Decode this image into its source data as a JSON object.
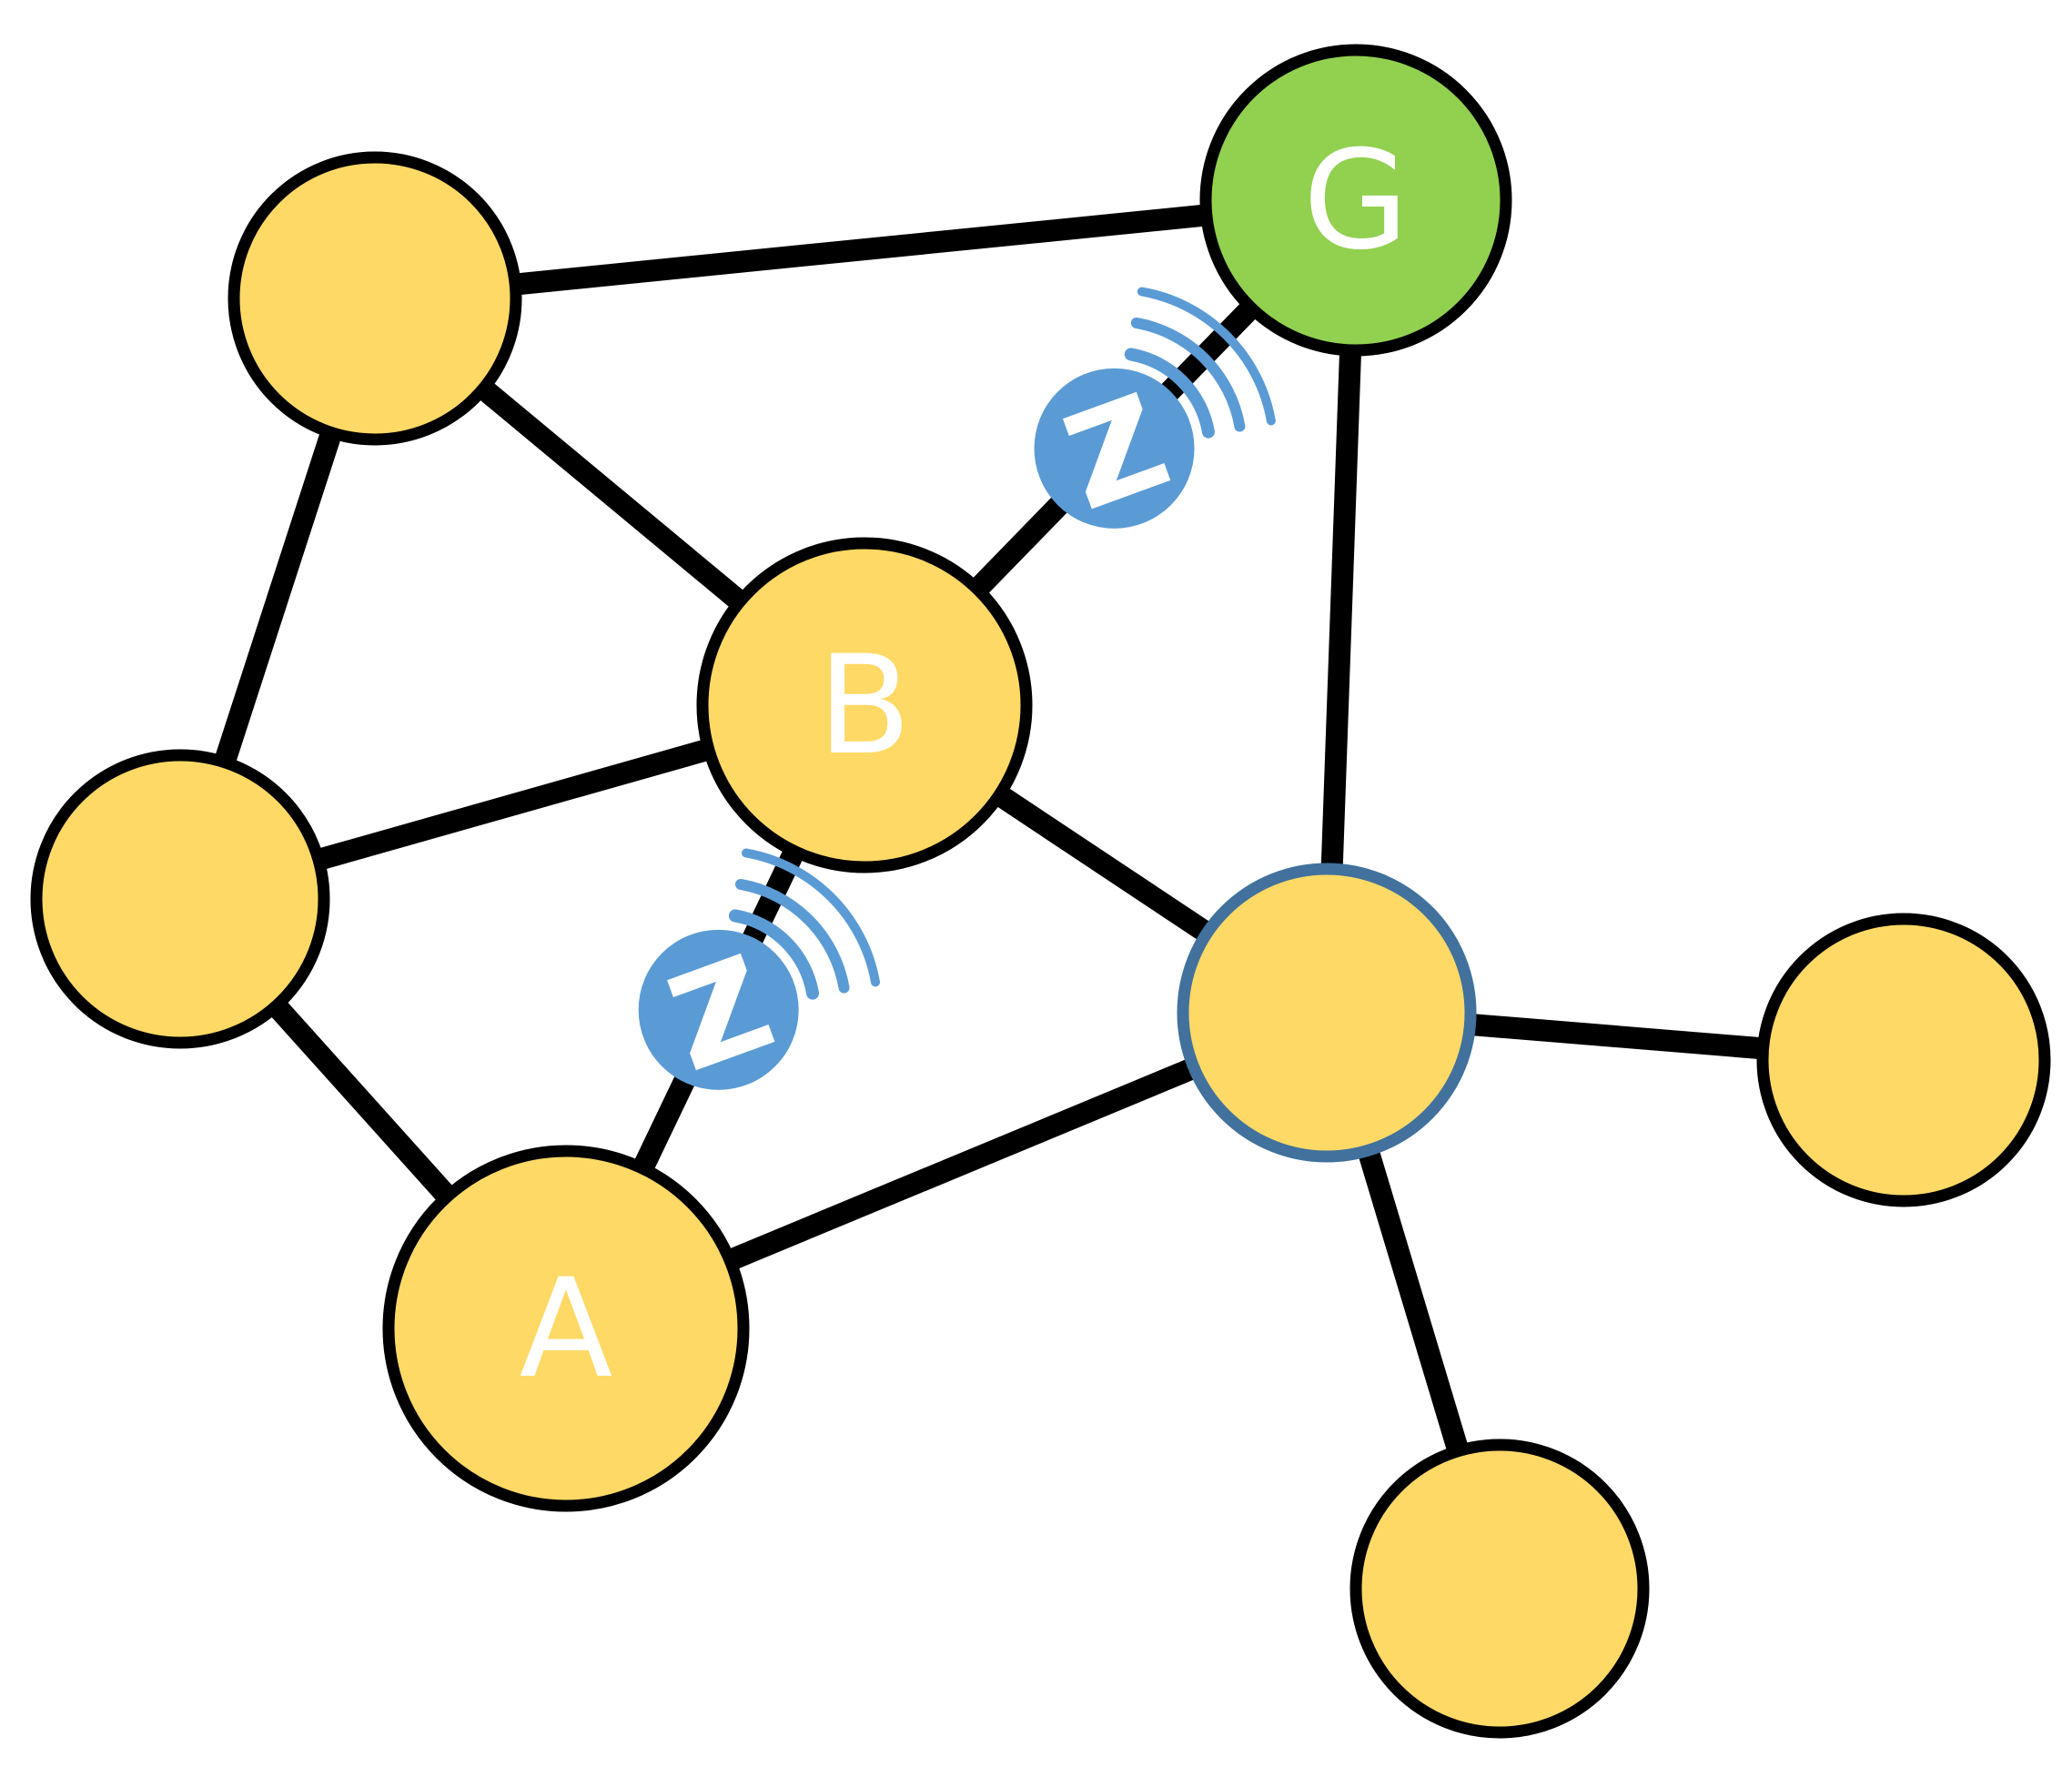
{
  "colors": {
    "node_fill": "#FFD966",
    "node_outline": "#000000",
    "gateway_fill": "#92D050",
    "highlight_outline": "#41719C",
    "zwave_icon": "#5B9BD5",
    "edge": "#000000",
    "label": "#FFFFFF"
  },
  "nodes": [
    {
      "id": "n-top-left",
      "label": ""
    },
    {
      "id": "n-gateway",
      "label": "G",
      "role": "gateway"
    },
    {
      "id": "n-b",
      "label": "B"
    },
    {
      "id": "n-left",
      "label": ""
    },
    {
      "id": "n-hub",
      "label": "",
      "role": "highlighted"
    },
    {
      "id": "n-right",
      "label": ""
    },
    {
      "id": "n-a",
      "label": "A"
    },
    {
      "id": "n-bottom",
      "label": ""
    }
  ],
  "edges": [
    {
      "from": "n-top-left",
      "to": "n-gateway"
    },
    {
      "from": "n-top-left",
      "to": "n-left"
    },
    {
      "from": "n-top-left",
      "to": "n-b"
    },
    {
      "from": "n-b",
      "to": "n-gateway",
      "icon": "zwave-icon"
    },
    {
      "from": "n-gateway",
      "to": "n-hub"
    },
    {
      "from": "n-left",
      "to": "n-b"
    },
    {
      "from": "n-left",
      "to": "n-a"
    },
    {
      "from": "n-b",
      "to": "n-hub"
    },
    {
      "from": "n-a",
      "to": "n-b",
      "icon": "zwave-icon"
    },
    {
      "from": "n-a",
      "to": "n-hub"
    },
    {
      "from": "n-hub",
      "to": "n-right"
    },
    {
      "from": "n-hub",
      "to": "n-bottom"
    }
  ]
}
